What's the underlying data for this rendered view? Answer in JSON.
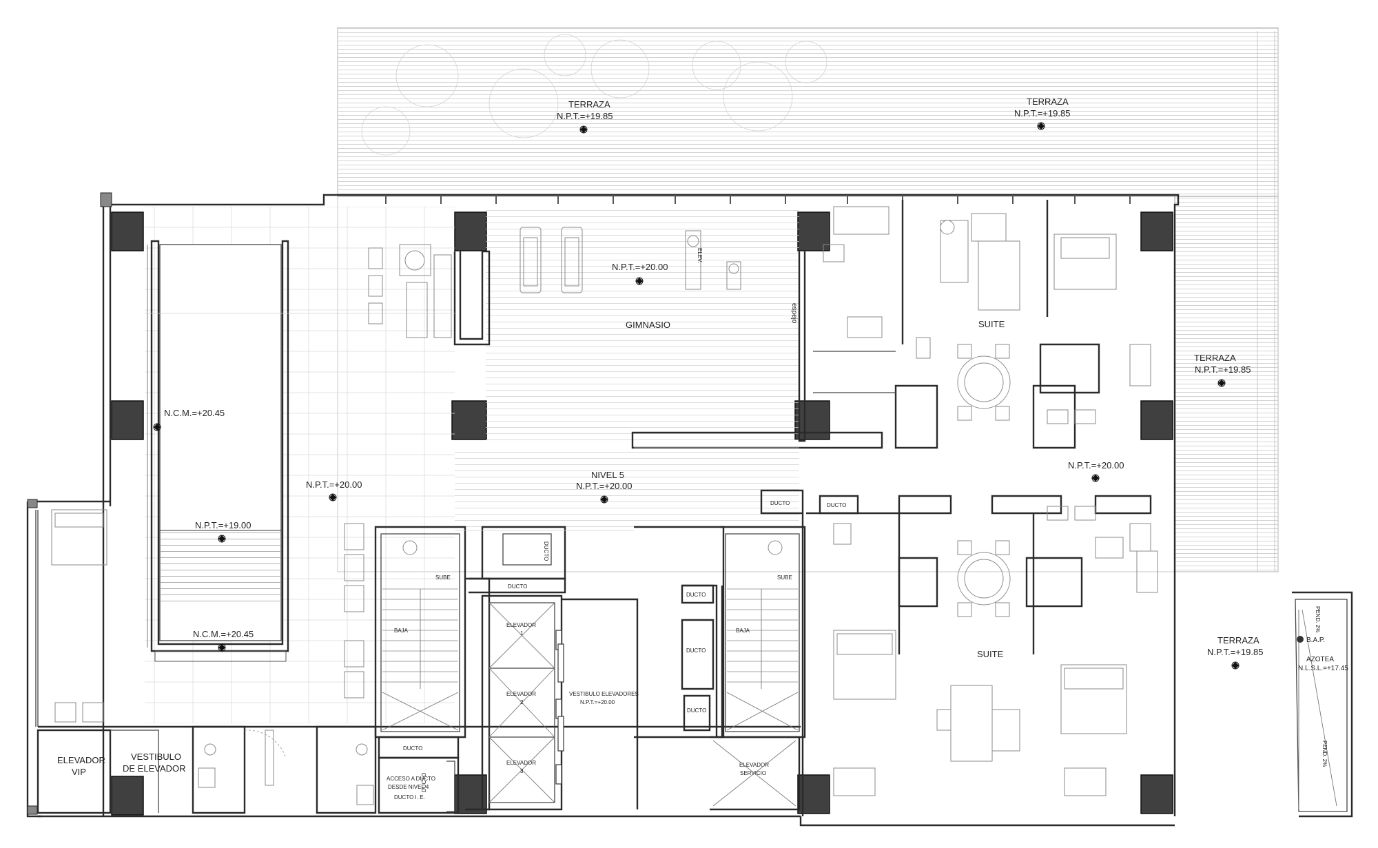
{
  "plan": {
    "terraza_label": "TERRAZA",
    "terraza_level": "N.P.T.=+19.85",
    "gimnasio": {
      "label": "GIMNASIO",
      "level": "N.P.T.=+20.00",
      "mirror": "espejo"
    },
    "suite_label": "SUITE",
    "hall_level": "N.P.T.=+20.00",
    "nivel": {
      "label": "NIVEL 5",
      "level": "N.P.T.=+20.00"
    },
    "pool": {
      "ncm_top": "N.C.M.=+20.45",
      "npt": "N.P.T.=+19.00",
      "ncm_bottom": "N.C.M.=+20.45"
    },
    "left_hall_level": "N.P.T.=+20.00",
    "ducto": "DUCTO",
    "sube": "SUBE",
    "baja": "BAJA",
    "elevador_1": [
      "ELEVADOR",
      "1"
    ],
    "elevador_2": [
      "ELEVADOR",
      "2"
    ],
    "elevador_3": [
      "ELEVADOR",
      "3"
    ],
    "vestibulo_elevadores": [
      "VESTIBULO ELEVADORES",
      "N.P.T.=+20.00"
    ],
    "elevador_vip": [
      "ELEVADOR",
      "VIP"
    ],
    "vestibulo_elevador": [
      "VESTIBULO",
      "DE ELEVADOR"
    ],
    "acceso_ducto": [
      "ACCESO A DUCTO",
      "DESDE NIVEL 4",
      "DUCTO I. E."
    ],
    "elevador_servicio": [
      "ELEVADOR",
      "SERVICIO"
    ],
    "bap": "B.A.P.",
    "azotea": [
      "AZOTEA",
      "N.L.S.L.=+17.45"
    ],
    "pend": "PEND. 2%",
    "elev_text": "ELEV."
  }
}
